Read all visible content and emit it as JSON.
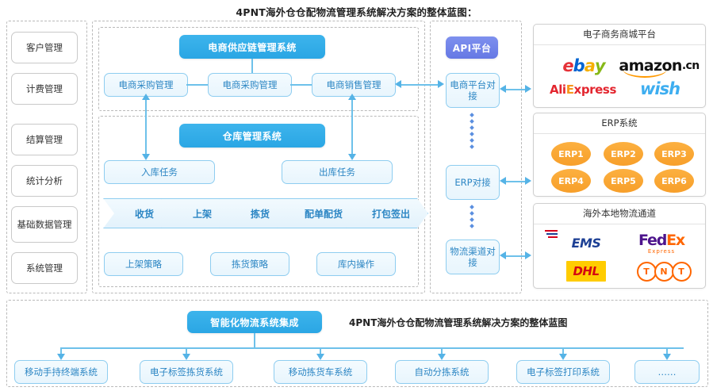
{
  "page": {
    "title": "4PNT海外仓仓配物流管理系统解决方案的整体蓝图：",
    "accent_blue": "#2aa6e4",
    "accent_purple": "#6578e4",
    "accent_orange": "#f79f2a",
    "box_border": "#8ecdf0"
  },
  "sidebar": {
    "items": [
      {
        "label": "客户管理"
      },
      {
        "label": "计费管理"
      },
      {
        "label": "结算管理"
      },
      {
        "label": "统计分析"
      },
      {
        "label": "基础数据管理"
      },
      {
        "label": "系统管理"
      }
    ]
  },
  "supply_chain": {
    "header": "电商供应链管理系统",
    "boxes": [
      {
        "label": "电商采购管理"
      },
      {
        "label": "电商采购管理"
      },
      {
        "label": "电商销售管理"
      }
    ]
  },
  "warehouse": {
    "header": "仓库管理系统",
    "tasks": [
      {
        "label": "入库任务"
      },
      {
        "label": "出库任务"
      }
    ],
    "process_steps": [
      {
        "label": "收货"
      },
      {
        "label": "上架"
      },
      {
        "label": "拣货"
      },
      {
        "label": "配单配货"
      },
      {
        "label": "打包签出"
      }
    ],
    "strategies": [
      {
        "label": "上架策略"
      },
      {
        "label": "拣货策略"
      },
      {
        "label": "库内操作"
      }
    ]
  },
  "api": {
    "header": "API平台",
    "connectors": [
      {
        "label": "电商平台对接"
      },
      {
        "label": "ERP对接"
      },
      {
        "label": "物流渠道对接"
      }
    ]
  },
  "right_cards": [
    {
      "title": "电子商务商城平台",
      "logos": [
        "ebay",
        "amazon.cn",
        "AliExpress",
        "wish"
      ]
    },
    {
      "title": "ERP系统",
      "items": [
        "ERP1",
        "ERP2",
        "ERP3",
        "ERP4",
        "ERP5",
        "ERP6"
      ]
    },
    {
      "title": "海外本地物流通道",
      "logos": [
        "EMS",
        "FedEx Express",
        "DHL",
        "TNT"
      ]
    }
  ],
  "bottom": {
    "header": "智能化物流系统集成",
    "note": "4PNT海外仓仓配物流管理系统解决方案的整体蓝图",
    "items": [
      {
        "label": "移动手持终端系统"
      },
      {
        "label": "电子标签拣货系统"
      },
      {
        "label": "移动拣货车系统"
      },
      {
        "label": "自动分拣系统"
      },
      {
        "label": "电子标签打印系统"
      },
      {
        "label": "……"
      }
    ]
  },
  "logo_text": {
    "ebay_e": "e",
    "ebay_b": "b",
    "ebay_a": "a",
    "ebay_y": "y",
    "amazon": "amazon",
    "amazon_cn": ".cn",
    "ali_1": "Ali",
    "ali_2": "E",
    "ali_3": "xpress",
    "wish": "wish",
    "ems": "EMS",
    "fedex_fed": "Fed",
    "fedex_ex": "Ex",
    "fedex_sub": "Express",
    "dhl": "DHL",
    "tnt_t1": "T",
    "tnt_n": "N",
    "tnt_t2": "T"
  }
}
